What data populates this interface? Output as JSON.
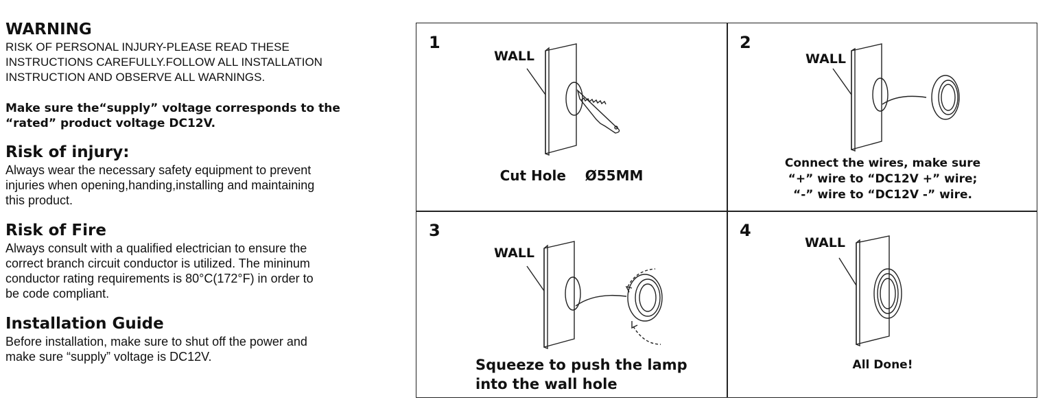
{
  "warning": {
    "title": "WARNING",
    "text": "RISK OF PERSONAL INJURY-PLEASE READ THESE\nINSTRUCTIONS CAREFULLY.FOLLOW ALL INSTALLATION\nINSTRUCTION AND OBSERVE ALL WARNINGS."
  },
  "voltage_note": "Make sure the“supply” voltage corresponds to the\n“rated” product voltage DC12V.",
  "sections": [
    {
      "title": "Risk of injury:",
      "text": "Always wear the necessary safety equipment to prevent\ninjuries when opening,handing,installing and maintaining\nthis product."
    },
    {
      "title": "Risk of Fire",
      "text": "Always consult with a qualified electrician to ensure the\ncorrect branch circuit conductor is utilized. The mininum\nconductor rating requirements is 80°C(172°F) in order to\nbe code compliant."
    },
    {
      "title": "Installation Guide",
      "text": "Before installation, make sure to shut off the power and\nmake sure “supply” voltage is DC12V."
    }
  ],
  "steps": [
    {
      "number": "1",
      "wall_label": "WALL",
      "caption": "Cut Hole    Ø55MM"
    },
    {
      "number": "2",
      "wall_label": "WALL",
      "caption": "Connect the wires, make sure\n“+” wire to “DC12V +” wire;\n“-” wire to “DC12V -” wire."
    },
    {
      "number": "3",
      "wall_label": "WALL",
      "caption": "Squeeze to push the lamp\ninto the wall hole"
    },
    {
      "number": "4",
      "wall_label": "WALL",
      "caption": "All Done!"
    }
  ]
}
